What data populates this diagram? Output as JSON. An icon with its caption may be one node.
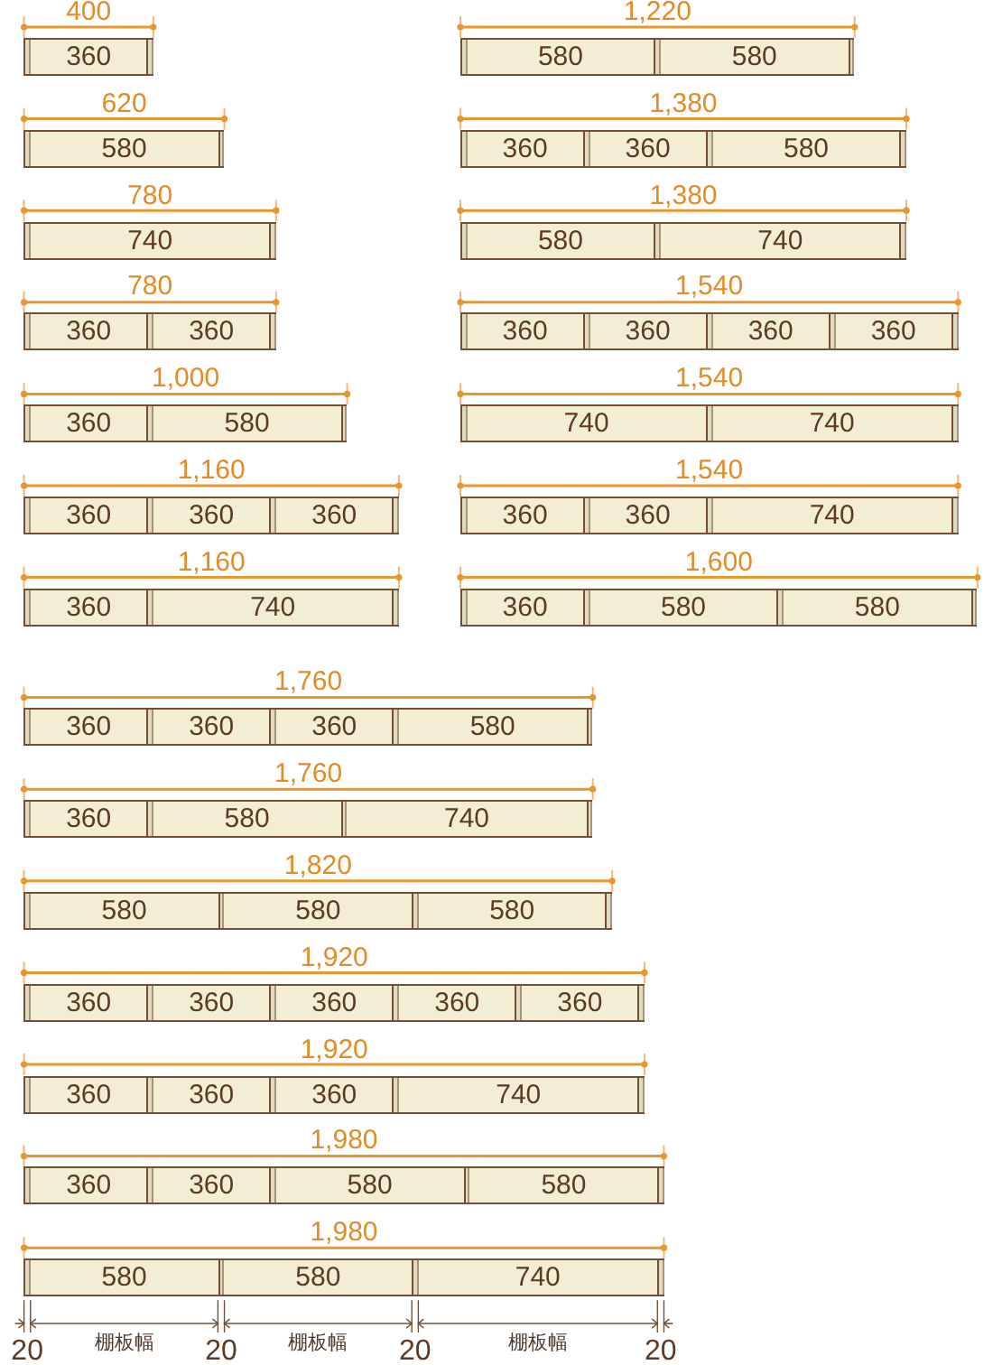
{
  "diagram": {
    "nodes": [
      {
        "text": [],
        "shape": "bar",
        "beside": [
          "400"
        ]
      },
      {
        "text": [
          "360"
        ],
        "in": 0
      },
      {
        "text": [],
        "shape": "bar",
        "beside": [
          "620"
        ]
      },
      {
        "text": [
          "580"
        ],
        "in": 2
      },
      {
        "text": [],
        "shape": "bar",
        "beside": [
          "780"
        ]
      },
      {
        "text": [
          "740"
        ],
        "in": 4
      },
      {
        "text": [],
        "shape": "bar",
        "beside": [
          "780"
        ]
      },
      {
        "text": [
          "360"
        ],
        "in": 6
      },
      {
        "text": [
          "360"
        ],
        "in": 6
      },
      {
        "text": [],
        "shape": "bar",
        "beside": [
          "1,000"
        ]
      },
      {
        "text": [
          "360"
        ],
        "in": 9
      },
      {
        "text": [
          "580"
        ],
        "in": 9
      },
      {
        "text": [],
        "shape": "bar",
        "beside": [
          "1,160"
        ]
      },
      {
        "text": [
          "360"
        ],
        "in": 12
      },
      {
        "text": [
          "360"
        ],
        "in": 12
      },
      {
        "text": [
          "360"
        ],
        "in": 12
      },
      {
        "text": [],
        "shape": "bar",
        "beside": [
          "1,160"
        ]
      },
      {
        "text": [
          "360"
        ],
        "in": 16
      },
      {
        "text": [
          "740"
        ],
        "in": 16
      },
      {
        "text": [],
        "shape": "bar",
        "beside": [
          "1,220"
        ]
      },
      {
        "text": [
          "580"
        ],
        "in": 19
      },
      {
        "text": [
          "580"
        ],
        "in": 19
      },
      {
        "text": [],
        "shape": "bar",
        "beside": [
          "1,380"
        ]
      },
      {
        "text": [
          "360"
        ],
        "in": 22
      },
      {
        "text": [
          "360"
        ],
        "in": 22
      },
      {
        "text": [
          "580"
        ],
        "in": 22
      },
      {
        "text": [],
        "shape": "bar",
        "beside": [
          "1,380"
        ]
      },
      {
        "text": [
          "580"
        ],
        "in": 26
      },
      {
        "text": [
          "740"
        ],
        "in": 26
      },
      {
        "text": [],
        "shape": "bar",
        "beside": [
          "1,540"
        ]
      },
      {
        "text": [
          "360"
        ],
        "in": 29
      },
      {
        "text": [
          "360"
        ],
        "in": 29
      },
      {
        "text": [
          "360"
        ],
        "in": 29
      },
      {
        "text": [
          "360"
        ],
        "in": 29
      },
      {
        "text": [],
        "shape": "bar",
        "beside": [
          "1,540"
        ]
      },
      {
        "text": [
          "740"
        ],
        "in": 34
      },
      {
        "text": [
          "740"
        ],
        "in": 34
      },
      {
        "text": [],
        "shape": "bar",
        "beside": [
          "1,540"
        ]
      },
      {
        "text": [
          "360"
        ],
        "in": 37
      },
      {
        "text": [
          "360"
        ],
        "in": 37
      },
      {
        "text": [
          "740"
        ],
        "in": 37
      },
      {
        "text": [],
        "shape": "bar",
        "beside": [
          "1,600"
        ]
      },
      {
        "text": [
          "360"
        ],
        "in": 41
      },
      {
        "text": [
          "580"
        ],
        "in": 41
      },
      {
        "text": [
          "580"
        ],
        "in": 41
      },
      {
        "text": [],
        "shape": "bar",
        "beside": [
          "1,760"
        ]
      },
      {
        "text": [
          "360"
        ],
        "in": 45
      },
      {
        "text": [
          "360"
        ],
        "in": 45
      },
      {
        "text": [
          "360"
        ],
        "in": 45
      },
      {
        "text": [
          "580"
        ],
        "in": 45
      },
      {
        "text": [],
        "shape": "bar",
        "beside": [
          "1,760"
        ]
      },
      {
        "text": [
          "360"
        ],
        "in": 50
      },
      {
        "text": [
          "580"
        ],
        "in": 50
      },
      {
        "text": [
          "740"
        ],
        "in": 50
      },
      {
        "text": [],
        "shape": "bar",
        "beside": [
          "1,820"
        ]
      },
      {
        "text": [
          "580"
        ],
        "in": 54
      },
      {
        "text": [
          "580"
        ],
        "in": 54
      },
      {
        "text": [
          "580"
        ],
        "in": 54
      },
      {
        "text": [],
        "shape": "bar",
        "beside": [
          "1,920"
        ]
      },
      {
        "text": [
          "360"
        ],
        "in": 58
      },
      {
        "text": [
          "360"
        ],
        "in": 58
      },
      {
        "text": [
          "360"
        ],
        "in": 58
      },
      {
        "text": [
          "360"
        ],
        "in": 58
      },
      {
        "text": [
          "360"
        ],
        "in": 58
      },
      {
        "text": [],
        "shape": "bar",
        "beside": [
          "1,920"
        ]
      },
      {
        "text": [
          "360"
        ],
        "in": 64
      },
      {
        "text": [
          "360"
        ],
        "in": 64
      },
      {
        "text": [
          "360"
        ],
        "in": 64
      },
      {
        "text": [
          "740"
        ],
        "in": 64
      },
      {
        "text": [],
        "shape": "bar",
        "beside": [
          "1,980"
        ]
      },
      {
        "text": [
          "360"
        ],
        "in": 69
      },
      {
        "text": [
          "360"
        ],
        "in": 69
      },
      {
        "text": [
          "580"
        ],
        "in": 69
      },
      {
        "text": [
          "580"
        ],
        "in": 69
      },
      {
        "text": [],
        "shape": "bar",
        "beside": [
          "1,980"
        ]
      },
      {
        "text": [
          "580"
        ],
        "in": 74
      },
      {
        "text": [
          "580"
        ],
        "in": 74
      },
      {
        "text": [
          "740"
        ],
        "in": 74
      }
    ],
    "labels": [
      "20",
      "棚板幅",
      "20",
      "棚板幅",
      "20",
      "棚板幅",
      "20"
    ]
  }
}
